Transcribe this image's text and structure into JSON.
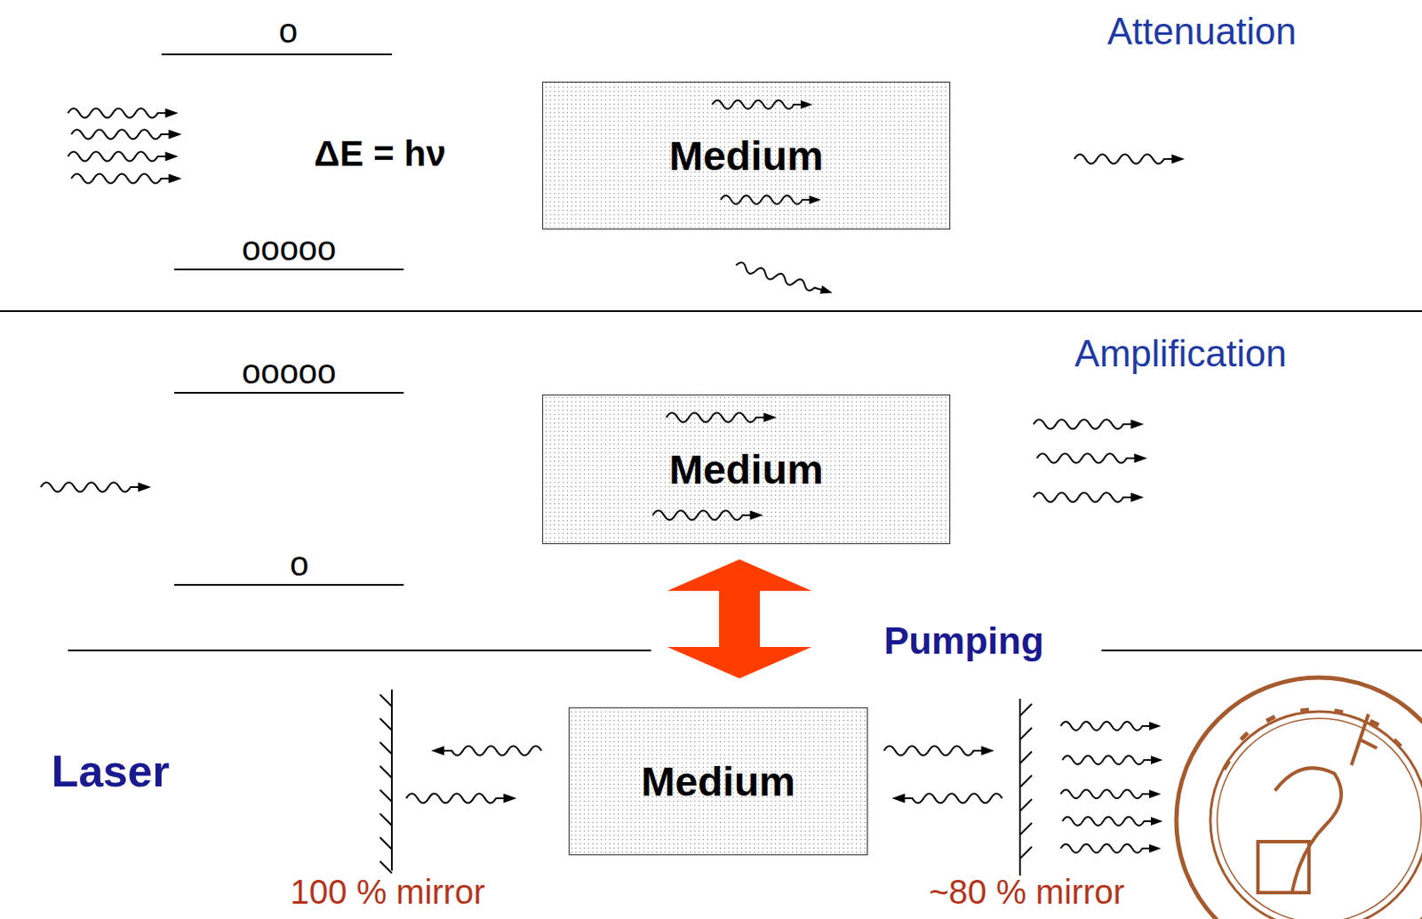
{
  "diagram": {
    "nodes": [
      {
        "text": [
          "Medium"
        ]
      },
      {
        "text": [
          "Medium"
        ]
      },
      {
        "text": [
          "Medium"
        ]
      }
    ],
    "labels": [
      "o",
      "ooooo",
      "ΔE = hν",
      "Attenuation",
      "ooooo",
      "o",
      "Amplification",
      "Pumping",
      "Laser",
      "100 % mirror",
      "~80 % mirror"
    ]
  }
}
